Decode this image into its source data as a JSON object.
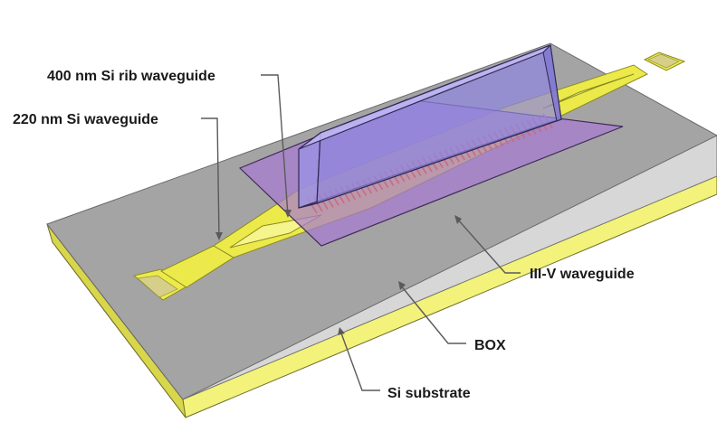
{
  "labels": {
    "rib_waveguide": "400 nm Si rib waveguide",
    "si_waveguide": "220 nm Si waveguide",
    "iii_v_waveguide": "III-V waveguide",
    "box": "BOX",
    "si_substrate": "Si substrate"
  },
  "colors": {
    "box_top": "#a4a4a5",
    "box_front": "#d7d7d7",
    "substrate_front": "#f3f27a",
    "substrate_side": "#d8d64a",
    "waveguide": "#ecea4a",
    "waveguide_dark": "#c9c733",
    "iii_v_slab": "#a67ad0",
    "iii_v_ridge": "#8f86e0"
  }
}
